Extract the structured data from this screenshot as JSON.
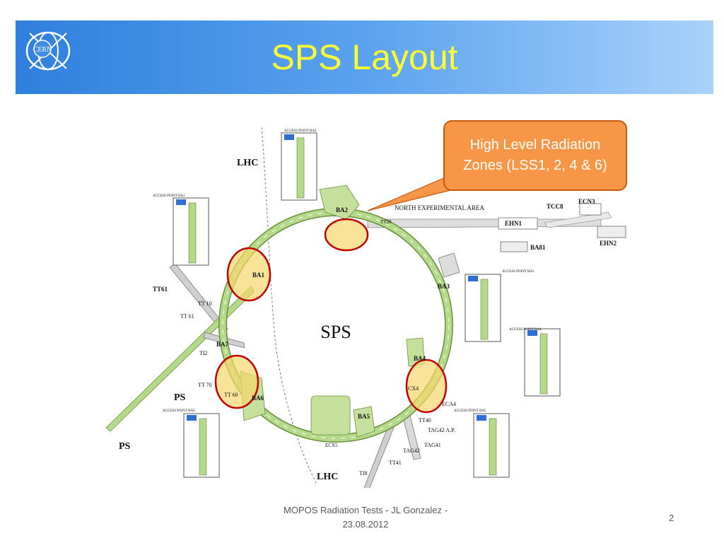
{
  "slide": {
    "title": "SPS Layout",
    "logo_text": "CERN",
    "callout_line1": "High Level Radiation",
    "callout_line2": "Zones (LSS1, 2, 4 & 6)",
    "footer_line1": "MOPOS Radiation Tests - JL Gonzalez -",
    "footer_line2": "23.08.2012",
    "page_number": "2"
  },
  "diagram": {
    "center_label": "SPS",
    "lhc_top": "LHC",
    "lhc_bottom": "LHC",
    "ps_left": "PS",
    "ps_bottom": "PS",
    "north_area": "NORTH EXPERIMENTAL AREA",
    "buildings": {
      "ba1": "BA1",
      "ba2": "BA2",
      "ba3": "BA3",
      "ba4": "BA4",
      "ba5": "BA5",
      "ba6": "BA6",
      "ba7": "BA7",
      "ba81": "BA81"
    },
    "halls": {
      "ehn1": "EHN1",
      "ehn2": "EHN2",
      "tcc8": "TCC8",
      "ecn3": "ECN3"
    },
    "lines": {
      "tt61_big": "TT61",
      "tt10": "TT 10",
      "tt61": "TT 61",
      "ti2": "TI2",
      "tt70": "TT 70",
      "tt60": "TT 60",
      "cx4": "CX4",
      "eca4": "ECA4",
      "tt40": "TT40",
      "tag42ap": "TAG42 A.P.",
      "tag42": "TAG42",
      "tag41": "TAG41",
      "tt41": "TT41",
      "ti8": "TI8",
      "tt20": "TT20",
      "ecx5": "ECX5"
    },
    "access_points": {
      "ba2": "ACCESS POINT BA2",
      "ba1": "ACCESS POINT BA1",
      "ba3": "ACCESS POINT BA3",
      "ba4": "ACCESS POINT BA4",
      "ba6": "ACCESS POINT BA6",
      "ba5": "ACCESS POINT BA5"
    }
  },
  "colors": {
    "header_start": "#2f7fde",
    "header_end": "#a9d2fb",
    "title": "#ffff33",
    "callout_fill": "#f79646",
    "ring": "#8bc34a",
    "highlight_fill": "#f5d76e",
    "highlight_stroke": "#c00000"
  }
}
